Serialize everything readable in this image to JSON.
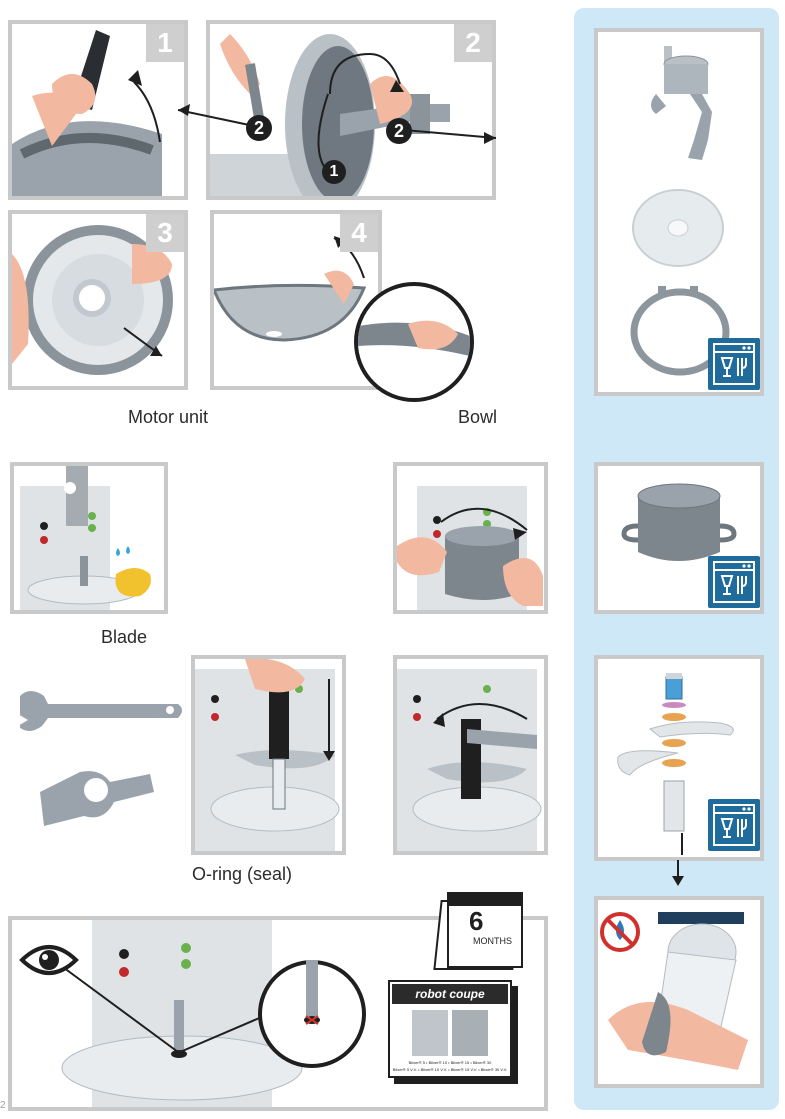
{
  "labels": {
    "motor_unit": "Motor unit",
    "bowl": "Bowl",
    "blade": "Blade",
    "oring": "O-ring (seal)"
  },
  "steps": {
    "s1": "1",
    "s2": "2",
    "s3": "3",
    "s4": "4"
  },
  "badges": {
    "one": "1",
    "two": "2"
  },
  "calendar": {
    "number": "6",
    "unit": "MONTHS"
  },
  "manual": {
    "brand": "robot coupe",
    "models_line1": "Blixer® 5 • Blixer® 10 • Blixer® 15 • Blixer® 30",
    "models_line2": "Blixer® 5 V.V. • Blixer® 10 V.V. • Blixer® 15 V.V. • Blixer® 30 V.V."
  },
  "page_number": "2",
  "colors": {
    "sidebar": "#cfe8f7",
    "dishwasher": "#1f6b9b",
    "panel_border": "#c9c9c9",
    "metal": "#9aa3ab"
  },
  "icons": [
    "dishwasher-icon",
    "eye-icon",
    "no-water-icon",
    "sponge-icon",
    "water-drops-icon",
    "calendar-icon"
  ]
}
